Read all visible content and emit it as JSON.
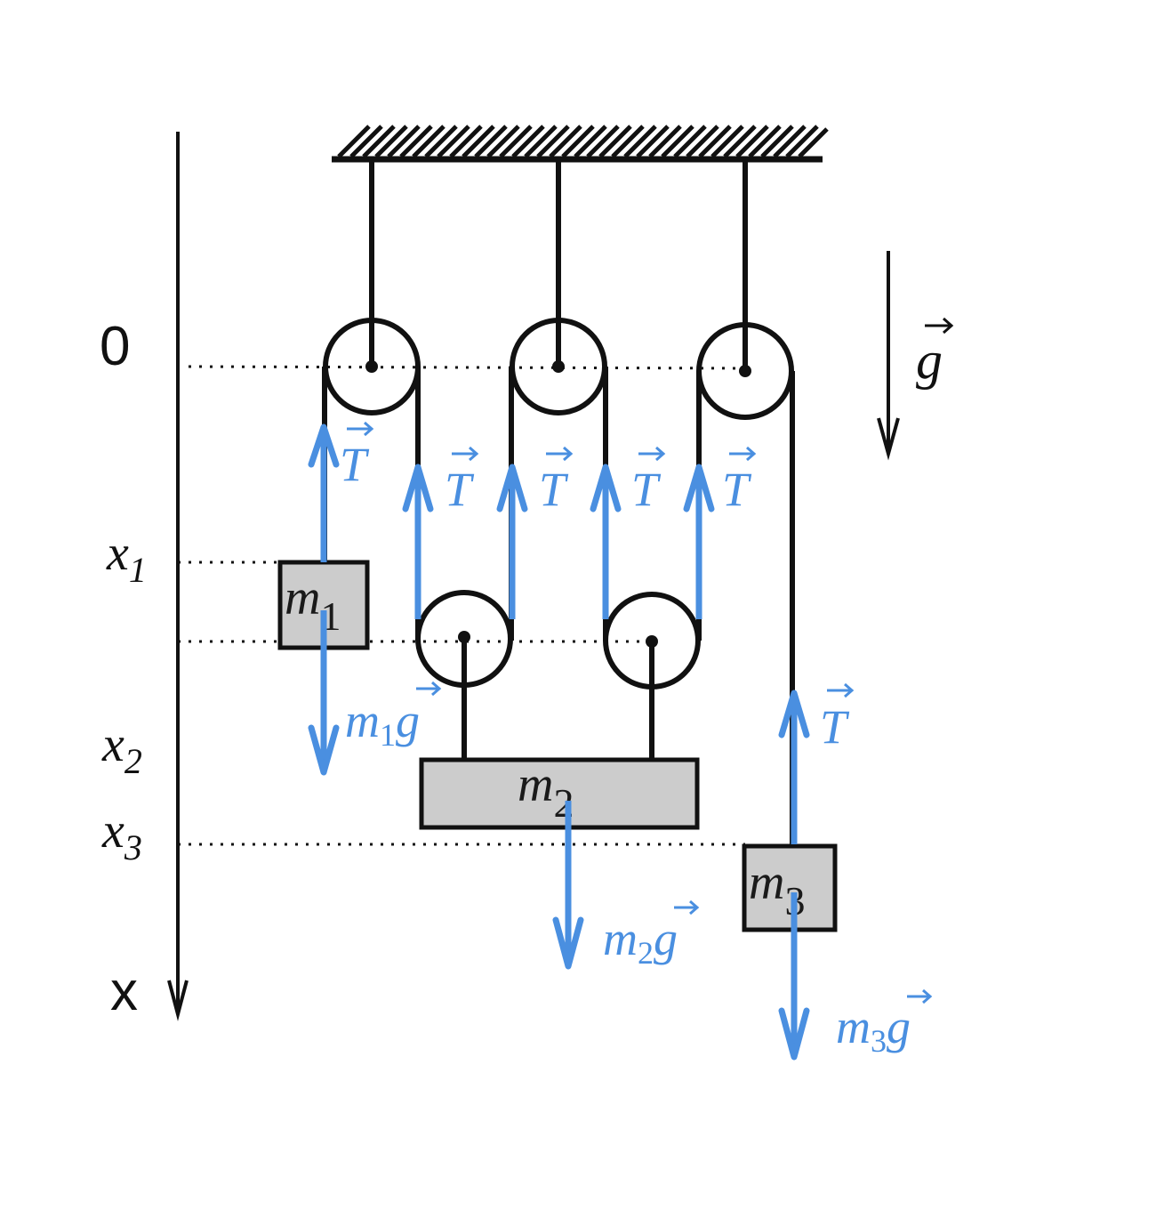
{
  "axis": {
    "origin": "0",
    "x1": "x",
    "x1_sub": "1",
    "x2": "x",
    "x2_sub": "2",
    "x3": "x",
    "x3_sub": "3",
    "direction": "x"
  },
  "gravity": {
    "symbol": "g"
  },
  "tension": {
    "symbol": "T"
  },
  "weights": [
    {
      "symbol": "m",
      "sub": "1",
      "g": "g"
    },
    {
      "symbol": "m",
      "sub": "2",
      "g": "g"
    },
    {
      "symbol": "m",
      "sub": "3",
      "g": "g"
    }
  ],
  "masses": [
    {
      "symbol": "m",
      "sub": "1"
    },
    {
      "symbol": "m",
      "sub": "2"
    },
    {
      "symbol": "m",
      "sub": "3"
    }
  ],
  "colors": {
    "force": "#4a8fe0",
    "ink": "#111111",
    "block": "#cccccc"
  }
}
